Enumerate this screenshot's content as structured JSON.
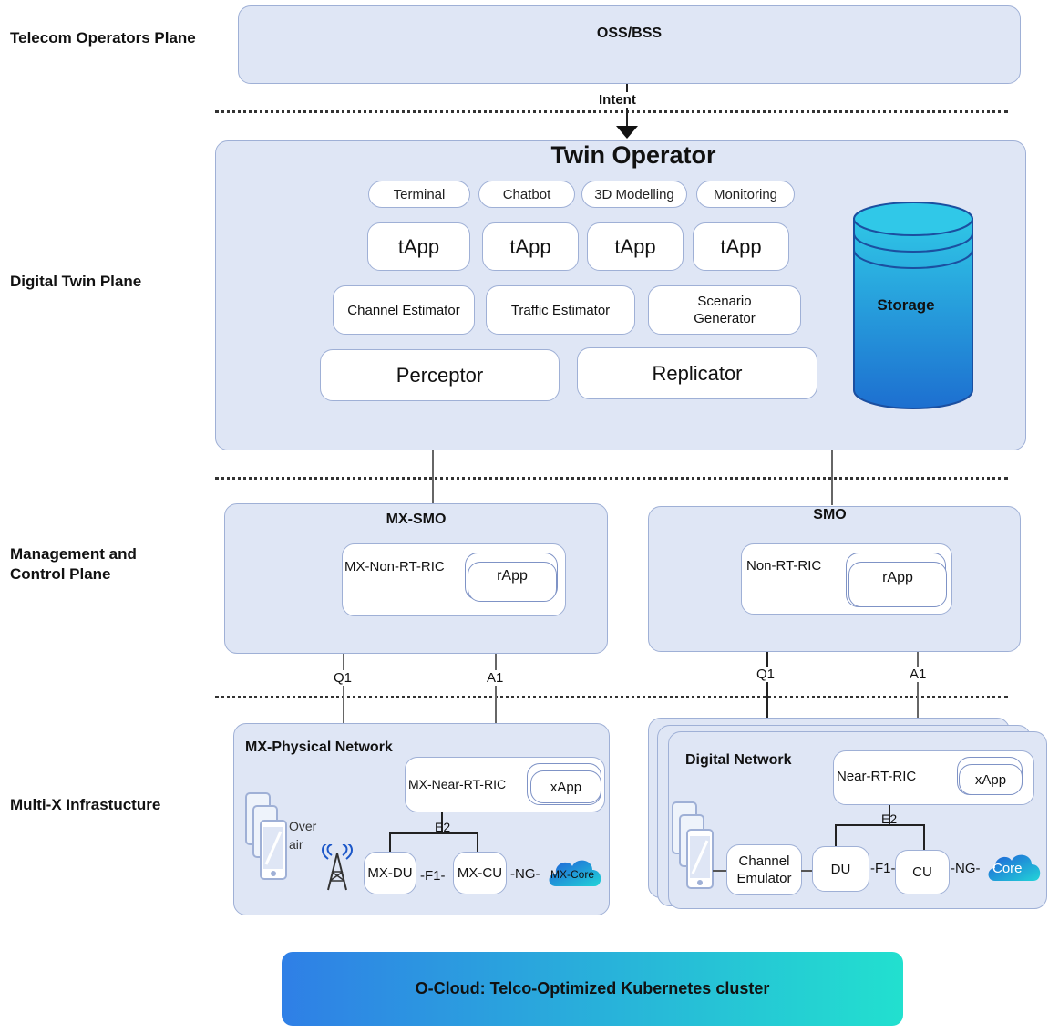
{
  "planes": {
    "telecom": "Telecom Operators Plane",
    "digital_twin": "Digital Twin Plane",
    "management": "Management and\nControl Plane",
    "multix": "Multi-X Infrastucture"
  },
  "oss": {
    "label": "OSS/BSS",
    "intent": "Intent"
  },
  "twin": {
    "title": "Twin Operator",
    "interfaces": [
      "Terminal",
      "Chatbot",
      "3D Modelling",
      "Monitoring"
    ],
    "tapps": [
      "tApp",
      "tApp",
      "tApp",
      "tApp"
    ],
    "estimators": [
      "Channel Estimator",
      "Traffic Estimator",
      "Scenario Generator"
    ],
    "perceptor": "Perceptor",
    "replicator": "Replicator",
    "storage": "Storage"
  },
  "mx_smo": {
    "title": "MX-SMO",
    "ric": "MX-Non-RT-RIC",
    "rapp": "rApp",
    "q1": "Q1",
    "a1": "A1"
  },
  "smo": {
    "title": "SMO",
    "ric": "Non-RT-RIC",
    "rapp": "rApp",
    "q1": "Q1",
    "a1": "A1"
  },
  "mx_phys": {
    "title": "MX-Physical Network",
    "ric": "MX-Near-RT-RIC",
    "xapp": "xApp",
    "e2": "E2",
    "over_air": "Over\nair",
    "du": "MX-DU",
    "f1": "-F1-",
    "cu": "MX-CU",
    "ng": "-NG-",
    "core": "MX-Core"
  },
  "digital_net": {
    "title": "Digital Network",
    "ric": "Near-RT-RIC",
    "xapp": "xApp",
    "e2": "E2",
    "emulator": "Channel\nEmulator",
    "du": "DU",
    "f1": "-F1-",
    "cu": "CU",
    "ng": "-NG-",
    "core": "Core"
  },
  "ocloud": "O-Cloud: Telco-Optimized Kubernetes cluster",
  "colors": {
    "panel": "#dfe6f5",
    "border": "#9fb0d6",
    "storage_top": "#2fc6e6",
    "storage_bottom": "#1d6fd0",
    "cloud_start": "#2f7fe6",
    "cloud_end": "#22e0cf"
  }
}
